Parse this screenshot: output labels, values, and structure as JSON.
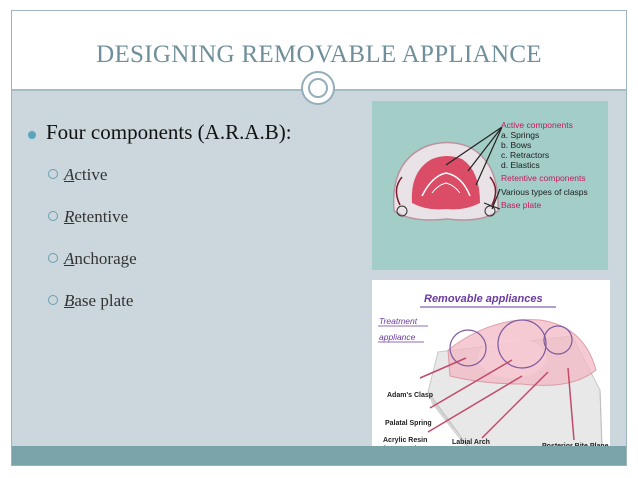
{
  "slide": {
    "title": "DESIGNING REMOVABLE APPLIANCE",
    "main_bullet": "Four components (A.R.A.B):",
    "components": [
      {
        "initial": "A",
        "rest": "ctive"
      },
      {
        "initial": "R",
        "rest": "etentive"
      },
      {
        "initial": "A",
        "rest": "nchorage"
      },
      {
        "initial": "B",
        "rest": "ase plate"
      }
    ]
  },
  "image1": {
    "labels": {
      "active": "Active components",
      "springs": "a. Springs",
      "bows": "b. Bows",
      "retractors": "c. Retractors",
      "elastics": "d. Elastics",
      "retentive": "Retentive components",
      "clasps": "Various types of clasps",
      "base": "Base plate"
    },
    "colors": {
      "red_label": "#c2185b",
      "dark_label": "#1a1a1a"
    }
  },
  "image2": {
    "title": "Removable appliances",
    "treatment": "Treatment",
    "appliance": "appliance",
    "adams": "Adam's Clasp",
    "palatal": "Palatal Spring",
    "acrylic": "Acrylic Resin",
    "framework": "framework",
    "labial": "Labial Arch",
    "posterior": "Posterior Bite Plane"
  },
  "theme": {
    "accent": "#6f8f9a",
    "bullet": "#5aa5bd",
    "band": "#7aa3aa"
  }
}
